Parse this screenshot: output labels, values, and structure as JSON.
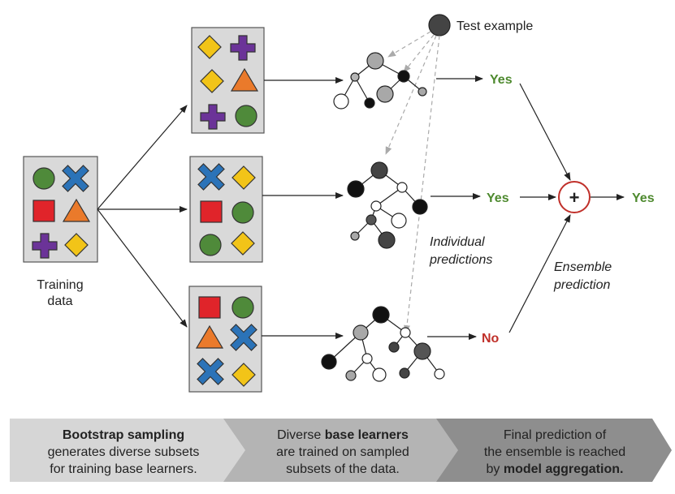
{
  "test_example": {
    "label": "Test example"
  },
  "training": {
    "label_line1": "Training",
    "label_line2": "data"
  },
  "predictions": {
    "tree1": "Yes",
    "tree2": "Yes",
    "tree3": "No",
    "final": "Yes",
    "individual_label_line1": "Individual",
    "individual_label_line2": "predictions",
    "ensemble_label_line1": "Ensemble",
    "ensemble_label_line2": "prediction",
    "combine_symbol": "+"
  },
  "stages": [
    {
      "line1_bold": "Bootstrap sampling",
      "line2": "generates diverse subsets",
      "line3": "for training base learners."
    },
    {
      "line1_pre": "Diverse ",
      "line1_bold": "base learners",
      "line2": "are trained on sampled",
      "line3": "subsets of the data."
    },
    {
      "line1": "Final prediction of",
      "line2": "the ensemble is reached",
      "line3_pre": "by ",
      "line3_bold": "model aggregation."
    }
  ],
  "colors": {
    "yes": "#4e8a2f",
    "no": "#c0302a",
    "circle_green": "#4f8a3a",
    "cross_blue": "#2b73b8",
    "diamond_yellow": "#f2c418",
    "triangle_orange": "#ea7a2b",
    "square_red": "#e0242a",
    "plus_purple": "#6b3398",
    "box_fill": "#d9d9d9",
    "band1": "#d6d6d6",
    "band2": "#b4b4b4",
    "band3": "#8e8e8e"
  }
}
